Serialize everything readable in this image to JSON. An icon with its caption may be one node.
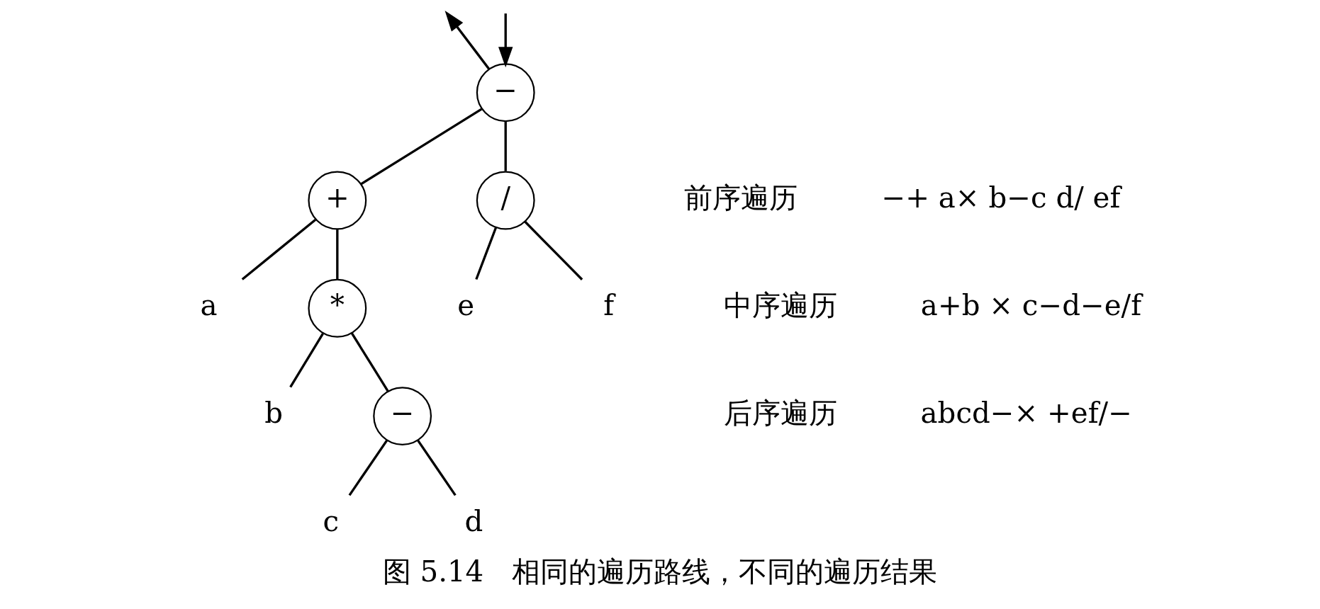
{
  "diagram": {
    "caption": "图 5.14　相同的遍历路线，不同的遍历结果",
    "nodes": [
      {
        "text": [
          "−"
        ]
      },
      {
        "text": [
          "+"
        ]
      },
      {
        "text": [
          "/"
        ]
      },
      {
        "text": [
          "a"
        ]
      },
      {
        "text": [
          "*"
        ]
      },
      {
        "text": [
          "e"
        ]
      },
      {
        "text": [
          "f"
        ]
      },
      {
        "text": [
          "b"
        ]
      },
      {
        "text": [
          "−"
        ]
      },
      {
        "text": [
          "c"
        ]
      },
      {
        "text": [
          "d"
        ]
      }
    ],
    "edges": [
      {
        "from": 0,
        "to": null,
        "arrow": "to"
      },
      {
        "from": null,
        "to": 0,
        "arrow": "to"
      },
      {
        "from": 0,
        "to": 1,
        "arrow": "none"
      },
      {
        "from": 0,
        "to": 2,
        "arrow": "none"
      },
      {
        "from": 1,
        "to": 3,
        "arrow": "none"
      },
      {
        "from": 1,
        "to": 4,
        "arrow": "none"
      },
      {
        "from": 2,
        "to": 5,
        "arrow": "none"
      },
      {
        "from": 2,
        "to": 6,
        "arrow": "none"
      },
      {
        "from": 4,
        "to": 7,
        "arrow": "none"
      },
      {
        "from": 4,
        "to": 8,
        "arrow": "none"
      },
      {
        "from": 8,
        "to": 9,
        "arrow": "none"
      },
      {
        "from": 8,
        "to": 10,
        "arrow": "none"
      }
    ],
    "labels": [
      "前序遍历",
      "−+ a× b−c d/ ef",
      "中序遍历",
      "a+b × c−d−e/f",
      "后序遍历",
      "abcd−× +ef/−"
    ]
  }
}
